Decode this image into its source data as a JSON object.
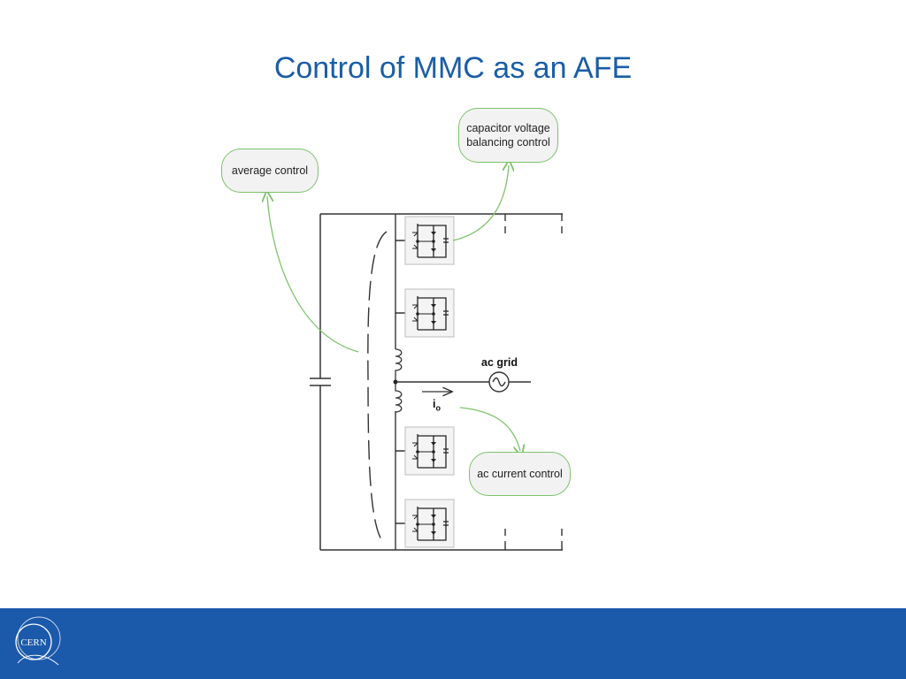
{
  "slide": {
    "title": "Control of MMC as an AFE"
  },
  "labels": {
    "average_control": "average control",
    "capacitor_voltage_balancing": "capacitor  voltage\nbalancing control",
    "ac_current_control": "ac current control",
    "ac_grid": "ac grid",
    "current_symbol": "i",
    "current_subscript": "o"
  },
  "footer": {
    "logo_text": "CERN",
    "color": "#1b59ab"
  },
  "colors": {
    "title": "#1a5da6",
    "bubble_border": "#7cc36a",
    "bubble_fill": "#f2f2f2",
    "arrow": "#7cc36a"
  }
}
